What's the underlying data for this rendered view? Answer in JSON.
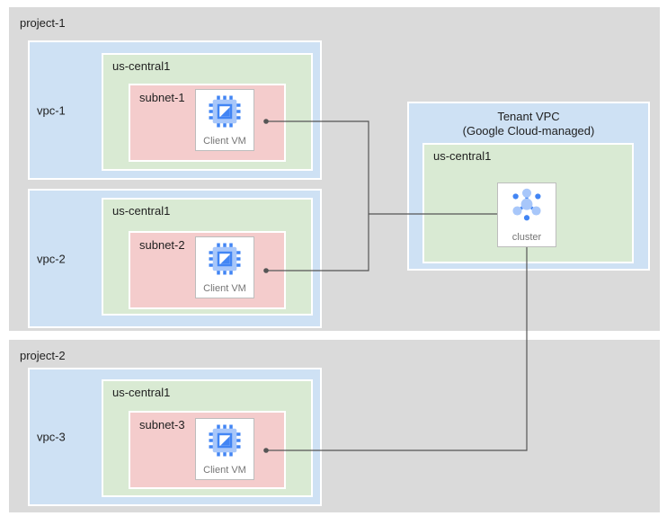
{
  "colors": {
    "page_bg": "#ffffff",
    "project_bg": "#dadada",
    "vpc_bg": "#cee1f4",
    "region_bg": "#d9ead3",
    "subnet_bg": "#f4cccc",
    "node_bg": "#ffffff",
    "node_border": "#bdbdbd",
    "connector": "#555555",
    "label_color": "#1f1f1f",
    "node_label_color": "#757575",
    "icon_blue": "#4285f4",
    "icon_light_blue": "#a8c7fa"
  },
  "project1": {
    "label": "project-1",
    "vpc1": {
      "label": "vpc-1",
      "region": {
        "label": "us-central1"
      },
      "subnet": {
        "label": "subnet-1"
      },
      "vm": {
        "label": "Client VM",
        "icon": "compute-engine-icon"
      }
    },
    "vpc2": {
      "label": "vpc-2",
      "region": {
        "label": "us-central1"
      },
      "subnet": {
        "label": "subnet-2"
      },
      "vm": {
        "label": "Client VM",
        "icon": "compute-engine-icon"
      }
    }
  },
  "tenant_vpc": {
    "title_line1": "Tenant VPC",
    "title_line2": "(Google Cloud-managed)",
    "region": {
      "label": "us-central1"
    },
    "cluster": {
      "label": "cluster",
      "icon": "cluster-icon"
    }
  },
  "project2": {
    "label": "project-2",
    "vpc3": {
      "label": "vpc-3",
      "region": {
        "label": "us-central1"
      },
      "subnet": {
        "label": "subnet-3"
      },
      "vm": {
        "label": "Client VM",
        "icon": "compute-engine-icon"
      }
    }
  }
}
